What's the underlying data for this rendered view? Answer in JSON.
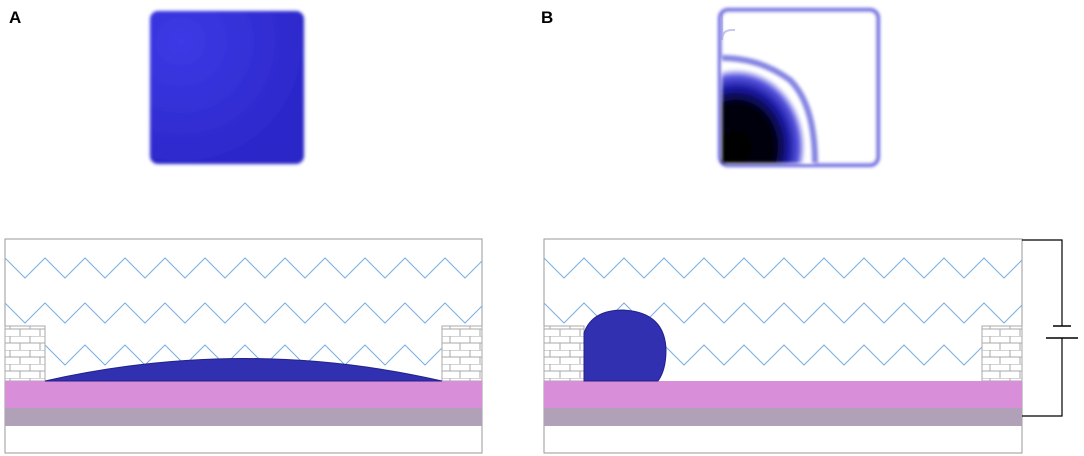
{
  "panels": [
    {
      "label": "A",
      "state": "voltage off",
      "top_view_color": "#2e2ad6",
      "droplet_shape": "flat spread film",
      "has_voltage_source": false
    },
    {
      "label": "B",
      "state": "voltage on",
      "top_view_color": "#0a0a2a",
      "droplet_shape": "contracted round droplet in corner",
      "has_voltage_source": true
    }
  ],
  "colors": {
    "droplet": "#3030b0",
    "electrode_layer": "#d98ed9",
    "substrate_layer": "#b0a0b8",
    "zigzag": "#7ab0e0",
    "frame": "#999999",
    "wire": "#000000"
  },
  "icons": [
    "zigzag-pattern",
    "brick-wall-spacer",
    "battery-symbol"
  ]
}
